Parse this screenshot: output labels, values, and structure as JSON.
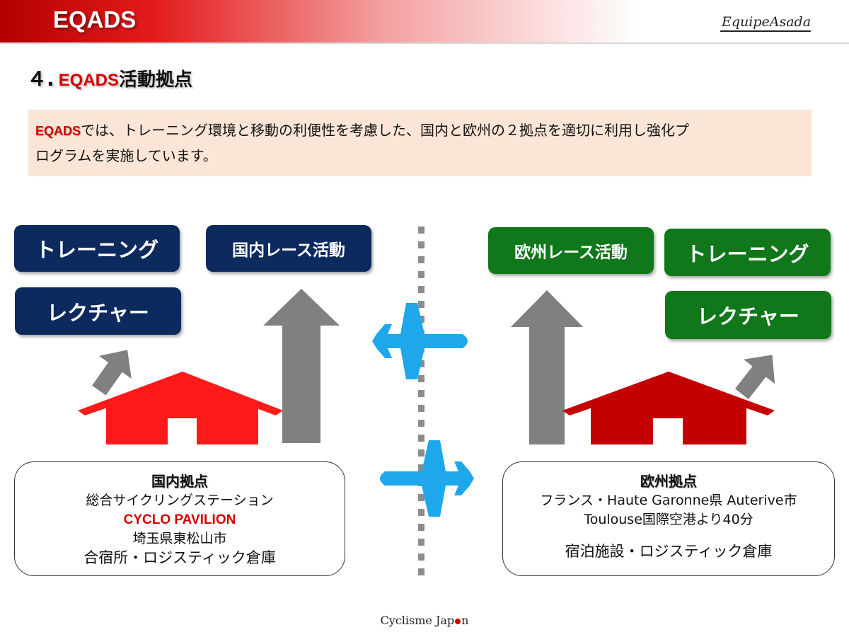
{
  "header": {
    "title": "EQADS",
    "brand": "EquipeAsada"
  },
  "section": {
    "number": "４.",
    "title_brand": "EQADS",
    "title_rest": "活動拠点"
  },
  "intro": {
    "brand": "EQADS",
    "line1": "では、トレーニング環境と移動の利便性を考慮した、国内と欧州の２拠点を適切に利用し強化プ",
    "line2": "ログラムを実施しています。"
  },
  "left": {
    "training": "トレーニング",
    "lecture": "レクチャー",
    "race": "国内レース活動",
    "info": {
      "heading": "国内拠点",
      "line1": "総合サイクリングステーション",
      "pavilion": "CYCLO PAVILION",
      "line2": "埼玉県東松山市",
      "line3": "合宿所・ロジスティック倉庫"
    }
  },
  "right": {
    "race": "欧州レース活動",
    "training": "トレーニング",
    "lecture": "レクチャー",
    "info": {
      "heading": "欧州拠点",
      "line1": "フランス・Haute Garonne県 Auterive市",
      "line2": "Toulouse国際空港より40分",
      "line3": "宿泊施設・ロジスティック倉庫"
    }
  },
  "footer": {
    "part1": "Cyclisme Jap",
    "part2": "n"
  },
  "colors": {
    "navy": "#0d2a5e",
    "green": "#10781a",
    "red_house_left": "#ff1a1a",
    "red_house_right": "#c40000",
    "arrow_gray": "#808080",
    "plane_blue": "#1ea7ea",
    "intro_bg": "#fbe5d6"
  }
}
